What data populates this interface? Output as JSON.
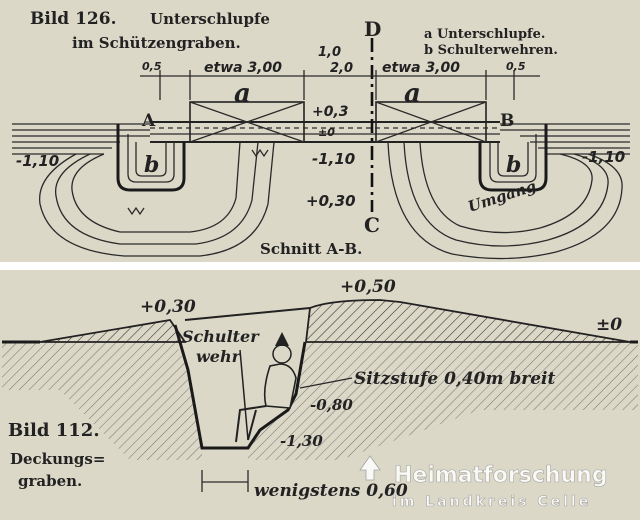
{
  "top_figure": {
    "title": "Bild 126.",
    "subtitle_line1": "Unterschlupfe",
    "subtitle_line2": "im Schützengraben.",
    "legend_a": "a Unterschlupfe.",
    "legend_b": "b Schulterwehren.",
    "label_D": "D",
    "label_C": "C",
    "label_A": "A",
    "label_B": "B",
    "dim_left_small": "0,5",
    "dim_etwa_left": "etwa 3,00",
    "dim_mid_top": "1,0",
    "dim_mid_bottom": "2,0",
    "dim_etwa_right": "etwa 3,00",
    "dim_right_small": "0,5",
    "area_a_left": "a",
    "area_a_right": "a",
    "area_b_left": "b",
    "area_b_right": "b",
    "level_plus_0_3": "+0,3",
    "level_pm_0": "±0",
    "level_left": "-1,10",
    "level_mid": "-1,10",
    "level_right": "-1,10",
    "level_plus_0_30": "+0,30",
    "umgang": "Umgang",
    "caption": "Schnitt A-B."
  },
  "bottom_figure": {
    "title": "Bild 112.",
    "subtitle_line1": "Deckungs=",
    "subtitle_line2": "graben.",
    "level_left": "+0,30",
    "level_top": "+0,50",
    "level_right": "±0",
    "schulter": "Schulter",
    "wehr": "wehr",
    "sitzstufe": "Sitzstufe 0,40m breit",
    "depth_mid": "-0,80",
    "depth_bottom": "-1,30",
    "width": "wenigstens 0,60"
  },
  "watermark": {
    "line1": "Heimatforschung",
    "line2": "im Landkreis Celle"
  }
}
